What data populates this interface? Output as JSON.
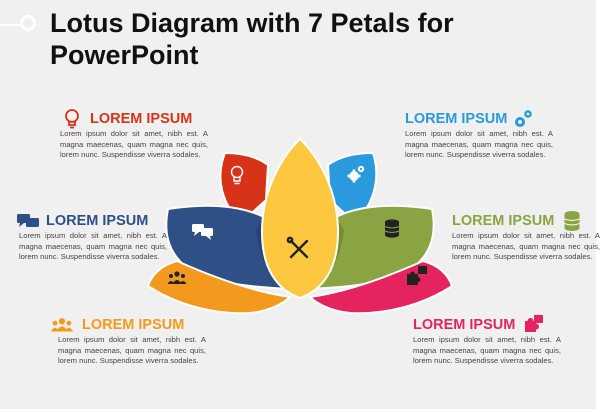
{
  "slide": {
    "title": "Lotus Diagram with 7 Petals for PowerPoint"
  },
  "colors": {
    "red": "#d63318",
    "blue": "#2a99dd",
    "navy": "#2f4f87",
    "green": "#8aa444",
    "orange": "#f39a1e",
    "pink": "#e5235f",
    "yellow": "#fdc83f"
  },
  "blocks": [
    {
      "id": "top-left",
      "heading": "LOREM IPSUM",
      "icon": "lightbulb-icon",
      "color": "#d63318",
      "body": "Lorem ipsum dolor sit amet, nibh est. A magna maecenas, quam magna nec quis, lorem nunc. Suspendisse viverra sodales."
    },
    {
      "id": "top-right",
      "heading": "LOREM IPSUM",
      "icon": "gears-icon",
      "color": "#2a99dd",
      "body": "Lorem ipsum dolor sit amet, nibh est. A magna maecenas, quam magna nec quis, lorem nunc. Suspendisse viverra sodales."
    },
    {
      "id": "middle-left",
      "heading": "LOREM IPSUM",
      "icon": "chat-bubbles-icon",
      "color": "#2f4f87",
      "body": "Lorem ipsum dolor sit amet, nibh est. A magna maecenas, quam magna nec quis, lorem nunc. Suspendisse viverra sodales."
    },
    {
      "id": "middle-right",
      "heading": "LOREM IPSUM",
      "icon": "database-icon",
      "color": "#8aa444",
      "body": "Lorem ipsum dolor sit amet, nibh est. A magna maecenas, quam magna nec quis, lorem nunc. Suspendisse viverra sodales."
    },
    {
      "id": "bottom-left",
      "heading": "LOREM IPSUM",
      "icon": "people-group-icon",
      "color": "#f39a1e",
      "body": "Lorem ipsum dolor sit amet, nibh est. A magna maecenas, quam magna nec quis, lorem nunc. Suspendisse viverra sodales."
    },
    {
      "id": "bottom-right",
      "heading": "LOREM IPSUM",
      "icon": "puzzle-icon",
      "color": "#e5235f",
      "body": "Lorem ipsum dolor sit amet, nibh est. A magna maecenas, quam magna nec quis, lorem nunc. Suspendisse viverra sodales."
    }
  ],
  "petals": [
    {
      "name": "petal-red",
      "color": "#d63318",
      "icon": "lightbulb-icon"
    },
    {
      "name": "petal-blue",
      "color": "#2a99dd",
      "icon": "gears-icon"
    },
    {
      "name": "petal-navy",
      "color": "#2f4f87",
      "icon": "chat-bubbles-icon"
    },
    {
      "name": "petal-green",
      "color": "#8aa444",
      "icon": "database-icon"
    },
    {
      "name": "petal-orange",
      "color": "#f39a1e",
      "icon": "people-group-icon"
    },
    {
      "name": "petal-pink",
      "color": "#e5235f",
      "icon": "puzzle-icon"
    },
    {
      "name": "petal-center",
      "color": "#fdc83f",
      "icon": "tools-icon"
    }
  ]
}
